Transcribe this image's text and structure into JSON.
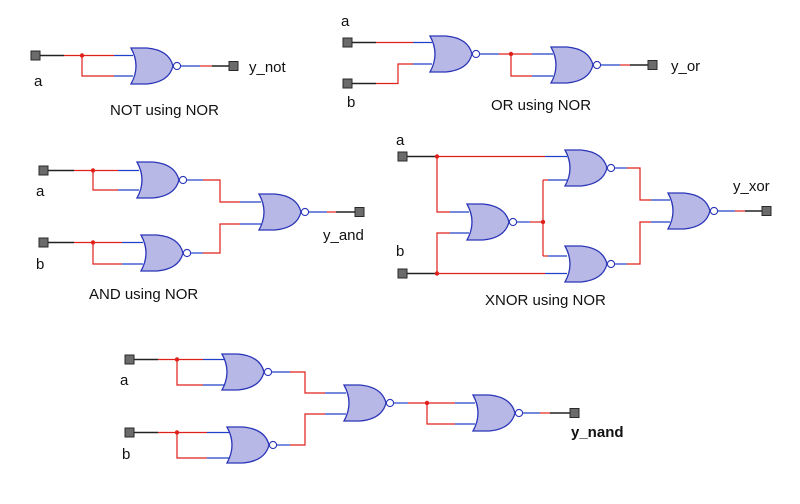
{
  "circuits": {
    "not": {
      "input_a": "a",
      "output": "y_not",
      "caption": "NOT using  NOR"
    },
    "or": {
      "input_a": "a",
      "input_b": "b",
      "output": "y_or",
      "caption": "OR using NOR"
    },
    "and": {
      "input_a": "a",
      "input_b": "b",
      "output": "y_and",
      "caption": "AND  using NOR"
    },
    "xnor": {
      "input_a": "a",
      "input_b": "b",
      "output": "y_xor",
      "caption": "XNOR using NOR"
    },
    "nand": {
      "input_a": "a",
      "input_b": "b",
      "output": "y_nand"
    }
  },
  "colors": {
    "wire_red": "#e0201a",
    "wire_blue": "#2040c8",
    "gate_fill": "#b8b8e6",
    "gate_stroke": "#2a35b8"
  }
}
